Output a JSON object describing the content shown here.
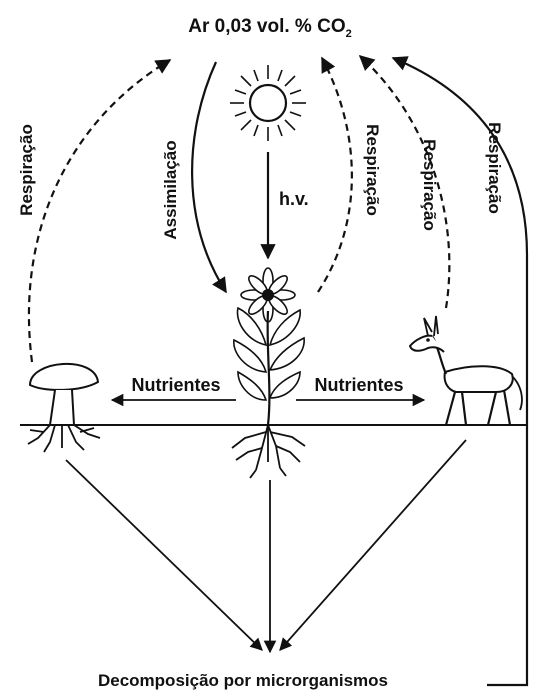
{
  "title": {
    "prefix": "Ar 0,03 vol. % CO",
    "subscript": "2"
  },
  "labels": {
    "respiracao_far_left": "Respiração",
    "assimilacao": "Assimilação",
    "hv": "h.v.",
    "respiracao_plant": "Respiração",
    "respiracao_animal": "Respiração",
    "respiracao_right": "Respiração",
    "nutrientes_left": "Nutrientes",
    "nutrientes_right": "Nutrientes",
    "decomposicao": "Decomposição por microrganismos"
  },
  "icons": {
    "sun": "sun-icon",
    "flower": "flower-plant-icon",
    "mushroom": "mushroom-icon",
    "animal": "donkey-icon",
    "roots": "roots-icon"
  }
}
